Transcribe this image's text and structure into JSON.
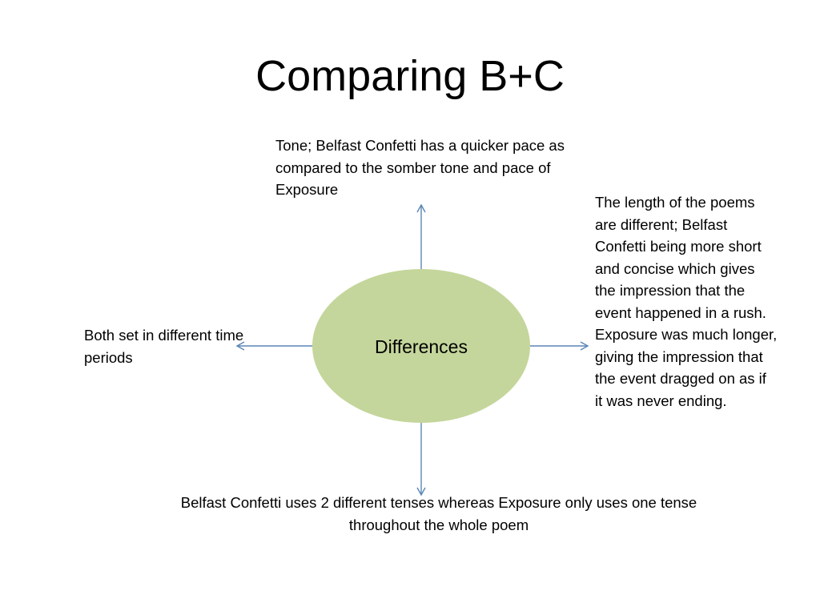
{
  "slide": {
    "title": "Comparing B+C"
  },
  "diagram": {
    "center": {
      "label": "Differences",
      "fill_color": "#c4d69b"
    },
    "arrow_color": "#5a86b5",
    "notes": {
      "top": "Tone; Belfast Confetti has a quicker pace as compared to the somber tone and pace of Exposure",
      "right": "The length of the poems are different; Belfast Confetti being more short and concise which gives the impression that the event happened in a rush. Exposure was much longer, giving the impression that the event dragged on as if it was never ending.",
      "left": "Both set in different time periods",
      "bottom": "Belfast Confetti uses 2 different tenses whereas Exposure only uses one tense throughout the whole poem"
    }
  }
}
